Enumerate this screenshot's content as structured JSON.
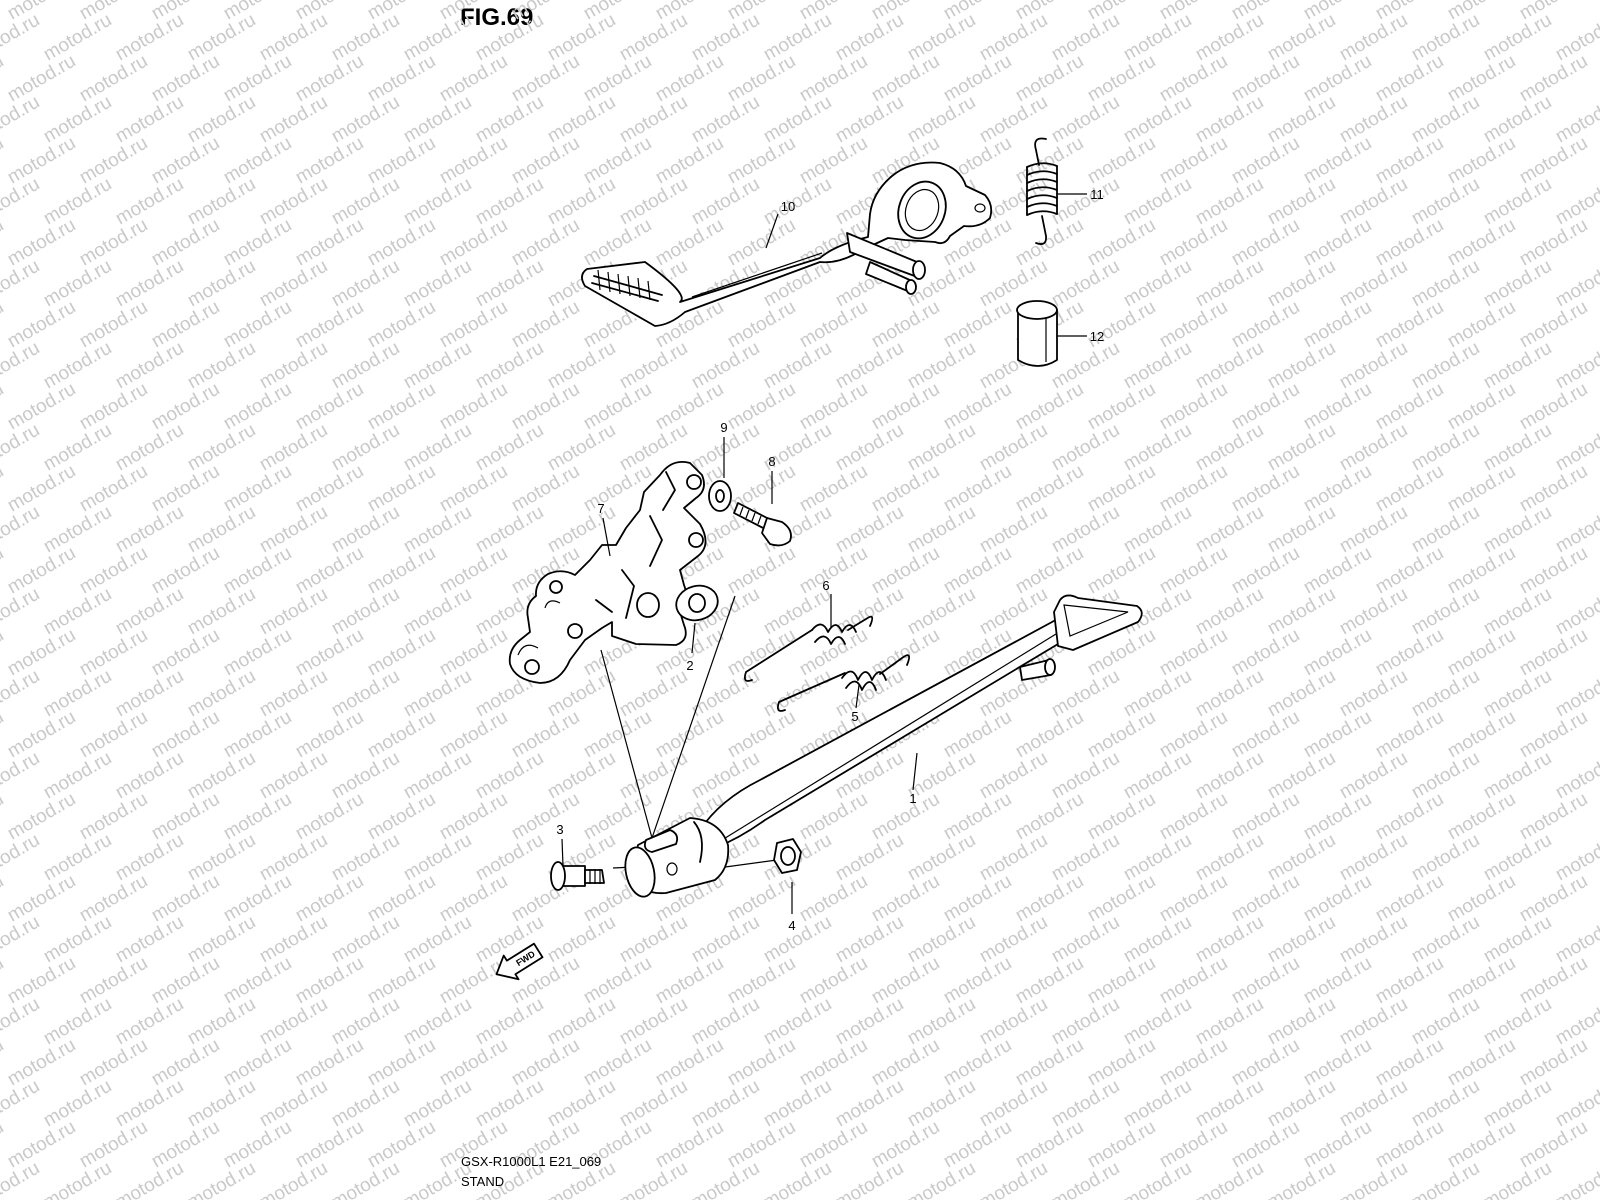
{
  "figure": {
    "title": "FIG.69"
  },
  "watermark": {
    "text": "motod.ru",
    "color": "#c9c9c9"
  },
  "callouts": {
    "p1": "1",
    "p2": "2",
    "p3": "3",
    "p4": "4",
    "p5": "5",
    "p6": "6",
    "p7": "7",
    "p8": "8",
    "p9": "9",
    "p10": "10",
    "p11": "11",
    "p12": "12"
  },
  "direction": {
    "label": "FWD",
    "icon": "fwd-arrow-icon"
  },
  "footer": {
    "code": "GSX-R1000L1 E21_069",
    "name": "STAND"
  }
}
